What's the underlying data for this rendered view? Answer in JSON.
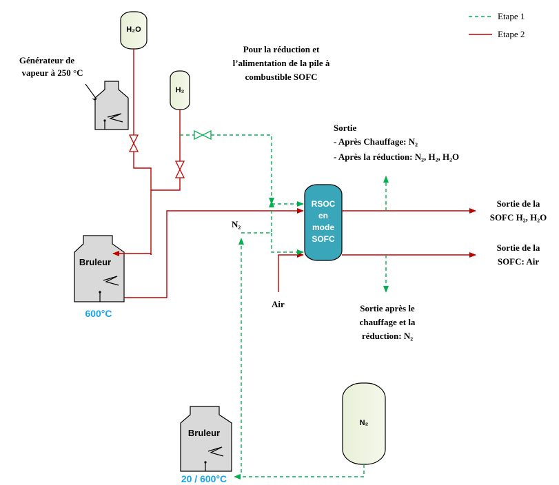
{
  "legend": {
    "etape1": "Etape 1",
    "etape2": "Etape 2",
    "etape1_color": "#00b050",
    "etape2_color": "#c00000"
  },
  "tanks": {
    "h2o": "H₂O",
    "h2": "H₂",
    "n2": "N₂"
  },
  "labels": {
    "generator_line1": "Générateur de",
    "generator_line2": "vapeur à 250 °C",
    "h2_purpose_line1": "Pour la réduction et",
    "h2_purpose_line2": "l’alimentation de la pile à",
    "h2_purpose_line3": "combustible SOFC",
    "sortie_title": "Sortie",
    "sortie_line1": "- Après Chauffage: N₂",
    "sortie_line2": "- Après la réduction: N₂, H₂, H₂O",
    "sortie_sofc1_line1": "Sortie de la",
    "sortie_sofc1_line2": "SOFC H₂, H₂O",
    "sortie_sofc2_line1": "Sortie de la",
    "sortie_sofc2_line2": "SOFC: Air",
    "sortie_apres_line1": "Sortie après le",
    "sortie_apres_line2": "chauffage et la",
    "sortie_apres_line3": "réduction: N₂",
    "n2_inlet": "N₂",
    "air": "Air"
  },
  "rsoc": {
    "line1": "RSOC",
    "line2": "en",
    "line3": "mode",
    "line4": "SOFC",
    "color": "#3aa6b9"
  },
  "burners": {
    "burner1_label": "Bruleur",
    "burner1_temp": "600°C",
    "burner2_label": "Bruleur",
    "burner2_temp": "20 / 600°C",
    "temp_color": "#1aa3e8"
  }
}
